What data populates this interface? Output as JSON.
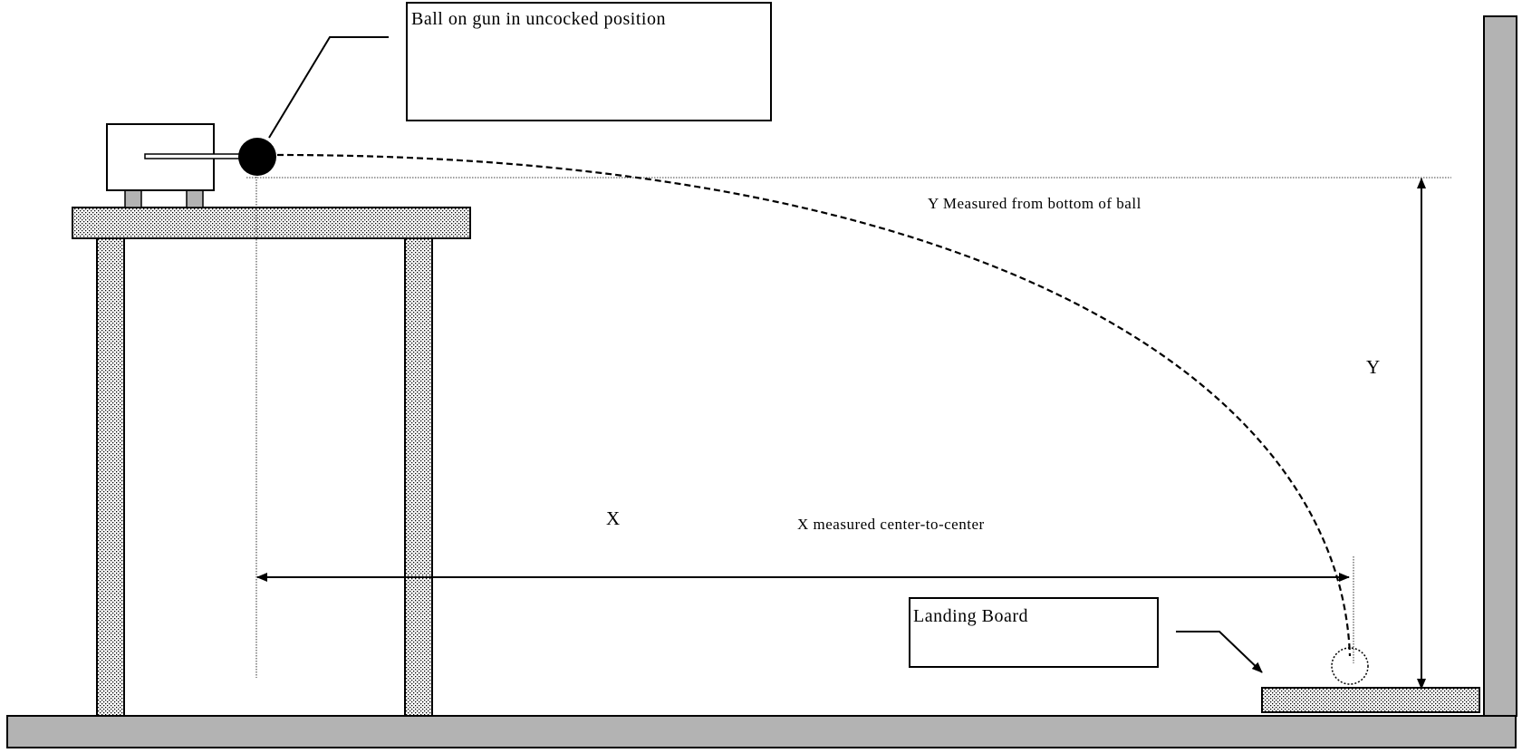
{
  "diagram": {
    "callouts": {
      "ball_label": "Ball on gun in uncocked position",
      "landing_label": "Landing Board"
    },
    "notes": {
      "y_note": "Y Measured from bottom of ball",
      "x_note": "X measured center-to-center"
    },
    "dimensions": {
      "x_label": "X",
      "y_label": "Y"
    },
    "colors": {
      "ink": "#000000",
      "gray_fill": "#b3b3b3",
      "paper": "#ffffff"
    }
  }
}
